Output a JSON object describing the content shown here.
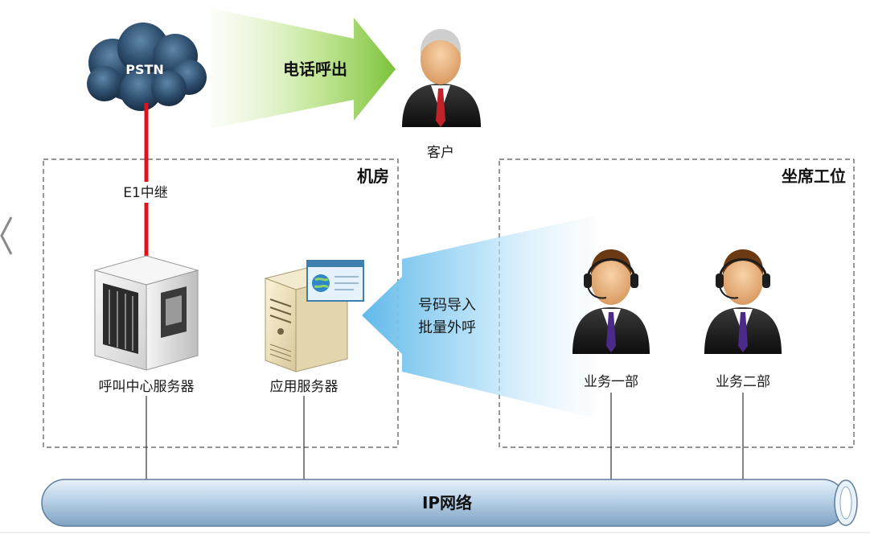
{
  "diagram": {
    "pstn": "PSTN",
    "outbound_call": "电话呼出",
    "customer": "客户",
    "trunk": "E1中继",
    "machine_room": "机房",
    "seat_area": "坐席工位",
    "cc_server": "呼叫中心服务器",
    "app_server": "应用服务器",
    "import_line1": "号码导入",
    "import_line2": "批量外呼",
    "dept1": "业务一部",
    "dept2": "业务二部",
    "network": "IP网络"
  },
  "colors": {
    "trunk_line": "#e0121b",
    "green_arrow": "#8ccf3f",
    "blue_arrow": "#7cc7ee",
    "pipe": "#b9d3e8",
    "cloud": "#2c4a66",
    "tie_customer": "#c0222a",
    "tie_agent": "#4b2a8a"
  }
}
